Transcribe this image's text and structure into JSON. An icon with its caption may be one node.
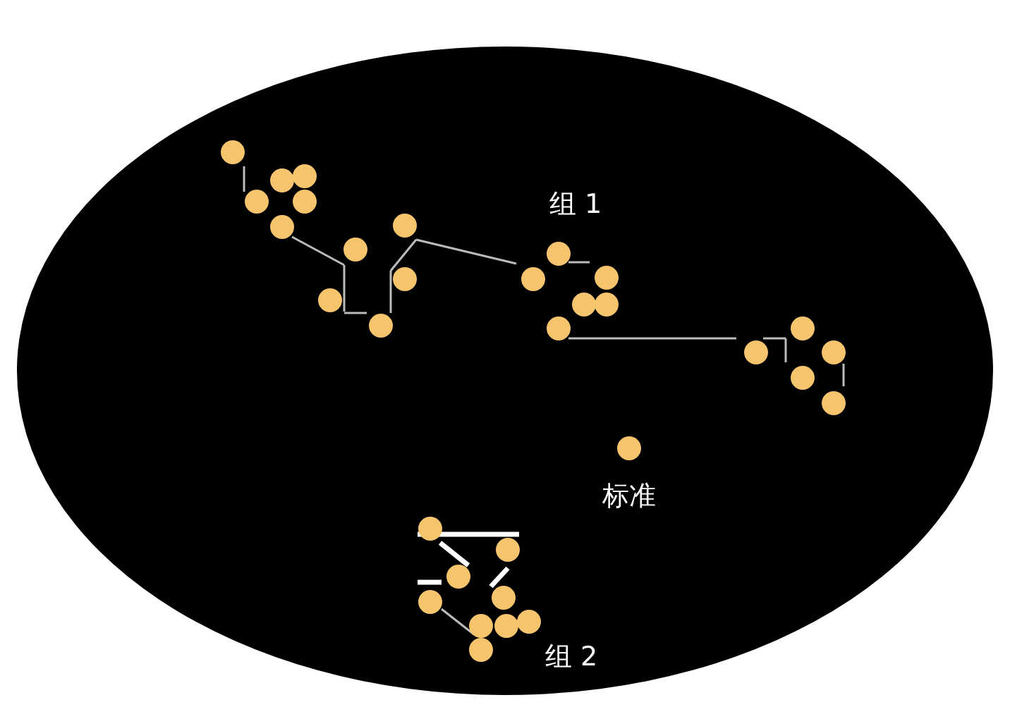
{
  "diagram": {
    "labels": [
      "组 1",
      "标准",
      "组 2"
    ]
  }
}
